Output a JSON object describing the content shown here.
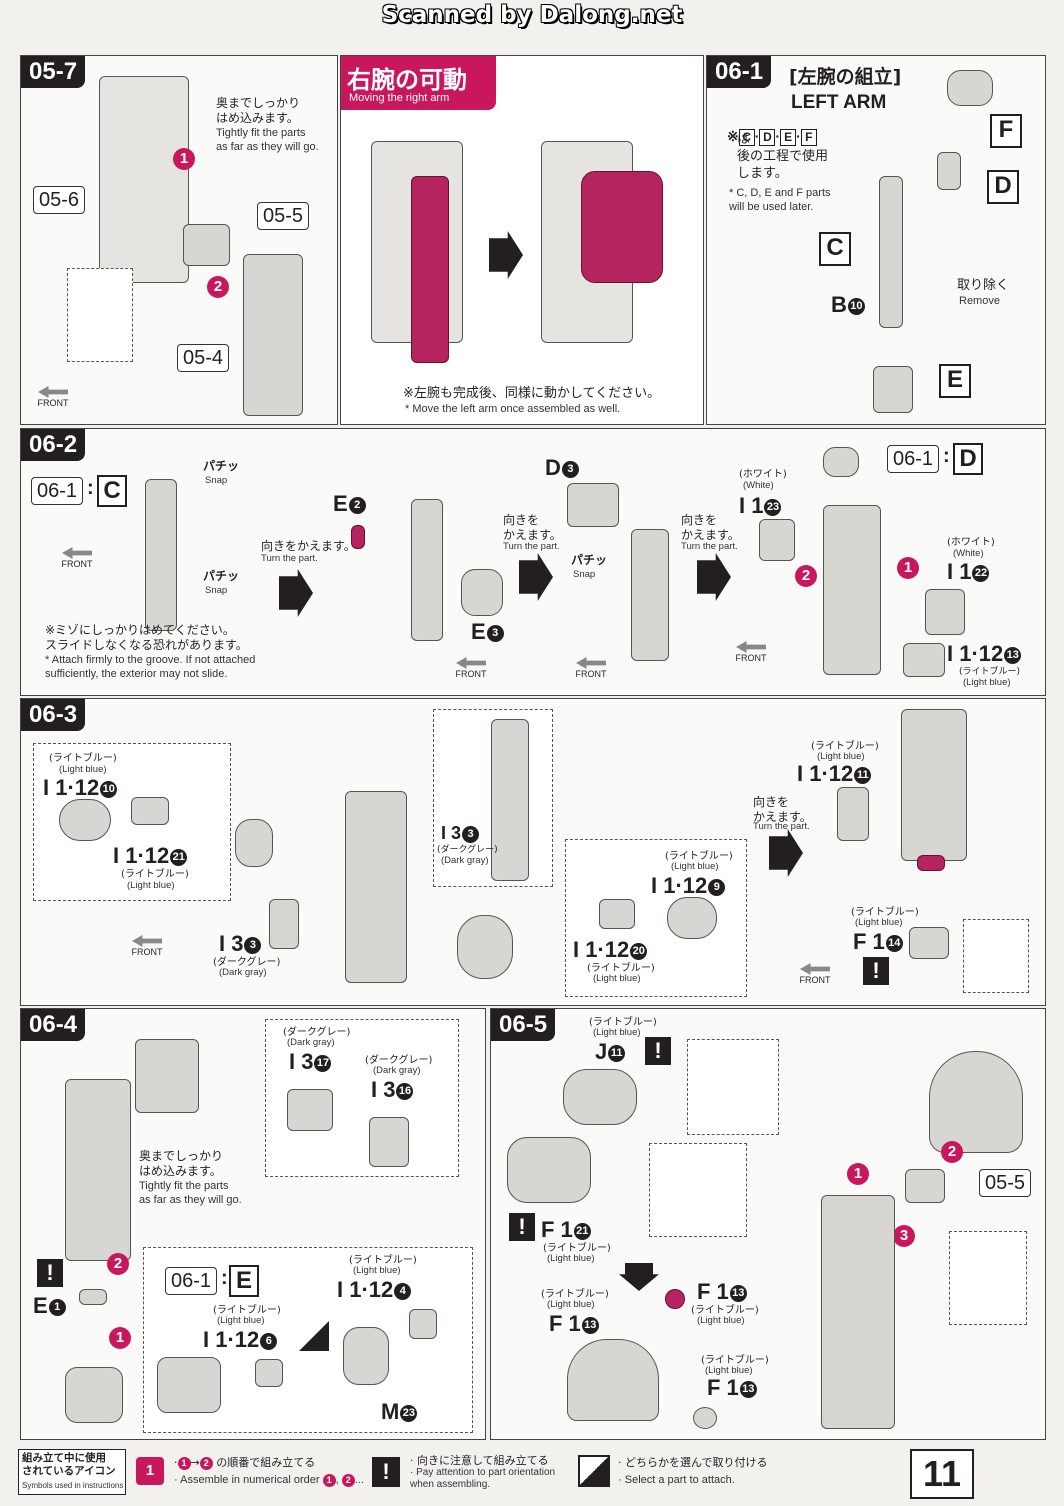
{
  "header": {
    "scan_credit": "Scanned by Dalong.net"
  },
  "steps": {
    "s05_7": {
      "label": "05-7",
      "note_jp": "奥までしっかり\nはめ込みます。",
      "note_en": "Tightly fit the parts\nas far as they will go.",
      "ref_a": "05-6",
      "ref_b": "05-5",
      "ref_c": "05-4",
      "front": "FRONT"
    },
    "moving": {
      "title_jp": "右腕の可動",
      "title_en": "Moving the right arm",
      "note_jp": "※左腕も完成後、同様に動かしてください。",
      "note_en": "* Move the left arm once assembled as well."
    },
    "s06_1": {
      "label": "06-1",
      "title_jp": "[左腕の組立]",
      "title_en": "LEFT ARM",
      "note_jp": "は\n後の工程で使用\nします。",
      "note_en_pre": "*",
      "note_en": "and",
      "note_en_post": "parts\nwill be used later.",
      "letters": [
        "C",
        "D",
        "E",
        "F"
      ],
      "remove_jp": "取り除く",
      "remove_en": "Remove",
      "part_b": "B",
      "part_b_num": "10",
      "box_f": "F",
      "box_d": "D",
      "box_c": "C",
      "box_e": "E"
    },
    "s06_2": {
      "label": "06-2",
      "ref": "06-1",
      "ref_letter": "C",
      "snap_jp": "パチッ",
      "snap_en": "Snap",
      "turn_jp": "向きをかえます。",
      "turn_en": "Turn the part.",
      "turn_jp2": "向きを\nかえます。",
      "warn_jp": "※ミゾにしっかりはめてください。\nスライドしなくなる恐れがあります。",
      "warn_en": "* Attach firmly to the groove. If not attached\nsufficiently, the exterior may not slide.",
      "e2": "E",
      "e2_num": "2",
      "e3": "E",
      "e3_num": "3",
      "d3": "D",
      "d3_num": "3",
      "ref_d": "06-1",
      "ref_d_letter": "D",
      "i1_23": "I 1",
      "i1_23_num": "23",
      "i1_22": "I 1",
      "i1_22_num": "22",
      "i1_12_13": "I 1·12",
      "i1_12_13_num": "13",
      "white_jp": "(ホワイト)",
      "white_en": "(White)",
      "lightblue_jp": "(ライトブルー)",
      "lightblue_en": "(Light blue)",
      "front": "FRONT"
    },
    "s06_3": {
      "label": "06-3",
      "p10": "I 1·12",
      "p10_num": "10",
      "p21": "I 1·12",
      "p21_num": "21",
      "p3": "I 3",
      "p3_num": "3",
      "p3b": "I 3",
      "p3b_num": "3",
      "p9": "I 1·12",
      "p9_num": "9",
      "p20": "I 1·12",
      "p20_num": "20",
      "p11": "I 1·12",
      "p11_num": "11",
      "f1": "F 1",
      "f1_num": "14",
      "lightblue_jp": "(ライトブルー)",
      "lightblue_en": "(Light blue)",
      "darkgray_jp": "(ダークグレー)",
      "darkgray_en": "(Dark gray)",
      "turn_jp": "向きを\nかえます。",
      "turn_en": "Turn the part.",
      "front": "FRONT"
    },
    "s06_4": {
      "label": "06-4",
      "p17": "I 3",
      "p17_num": "17",
      "p16": "I 3",
      "p16_num": "16",
      "darkgray_jp": "(ダークグレー)",
      "darkgray_en": "(Dark gray)",
      "note_jp": "奥までしっかり\nはめ込みます。",
      "note_en": "Tightly fit the parts\nas far as they will go.",
      "e1": "E",
      "e1_num": "1",
      "ref": "06-1",
      "ref_letter": "E",
      "p6": "I 1·12",
      "p6_num": "6",
      "p4": "I 1·12",
      "p4_num": "4",
      "m23": "M",
      "m23_num": "23",
      "lightblue_jp": "(ライトブルー)",
      "lightblue_en": "(Light blue)"
    },
    "s06_5": {
      "label": "06-5",
      "j11": "J",
      "j11_num": "11",
      "f21": "F 1",
      "f21_num": "21",
      "f13a": "F 1",
      "f13a_num": "13",
      "f13b": "F 1",
      "f13b_num": "13",
      "f13c": "F 1",
      "f13c_num": "13",
      "ref": "05-5",
      "lightblue_jp": "(ライトブルー)",
      "lightblue_en": "(Light blue)"
    }
  },
  "legend": {
    "title_jp": "組み立て中に使用\nされているアイコン",
    "title_en": "Symbols used in instructions",
    "i1_jp": "の順番で組み立てる",
    "i1_en": "Assemble in numerical order",
    "i2_jp": "向きに注意して組み立てる",
    "i2_en": "Pay attention to part orientation\nwhen assembling.",
    "i3_jp": "どちらかを選んで取り付ける",
    "i3_en": "Select a part to attach."
  },
  "page_number": "11",
  "colors": {
    "accent": "#c8175d",
    "ink": "#231f20",
    "part_gray": "#d8d6d3"
  }
}
